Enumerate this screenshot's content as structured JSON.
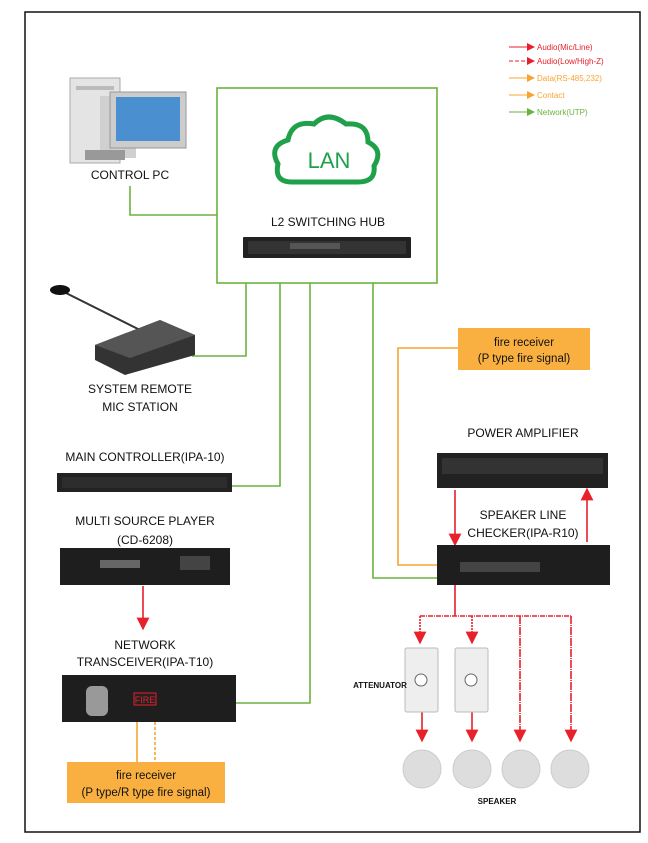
{
  "legend": [
    {
      "label": "Audio(Mic/Line)",
      "color": "#e8202a",
      "style": "solid"
    },
    {
      "label": "Audio(Low/High-Z)",
      "color": "#e8202a",
      "style": "dashed"
    },
    {
      "label": "Data(RS-485,232)",
      "color": "#f7a530",
      "style": "solid"
    },
    {
      "label": "Contact",
      "color": "#f7a530",
      "style": "solid"
    },
    {
      "label": "Network(UTP)",
      "color": "#6ab23e",
      "style": "solid"
    }
  ],
  "hub": {
    "cloud_text": "LAN",
    "label": "L2 SWITCHING HUB"
  },
  "devices": {
    "control_pc": "CONTROL PC",
    "mic_station": [
      "SYSTEM REMOTE",
      "MIC STATION"
    ],
    "main_controller": "MAIN CONTROLLER(IPA-10)",
    "multi_source_player": [
      "MULTI SOURCE PLAYER",
      "(CD-6208)"
    ],
    "network_transceiver": [
      "NETWORK",
      "TRANSCEIVER(IPA-T10)"
    ],
    "transceiver_display": "FIRE",
    "power_amplifier": "POWER  AMPLIFIER",
    "speaker_line_checker": [
      "SPEAKER LINE",
      "CHECKER(IPA-R10)"
    ],
    "attenuator": "ATTENUATOR",
    "speaker": "SPEAKER"
  },
  "fire_receiver_top": [
    "fire receiver",
    "(P type fire signal)"
  ],
  "fire_receiver_bottom": [
    "fire receiver",
    "(P type/R type fire signal)"
  ],
  "colors": {
    "network": "#6ab23e",
    "audio": "#e8202a",
    "data": "#f7a530",
    "fire_box": "#f9b040"
  }
}
